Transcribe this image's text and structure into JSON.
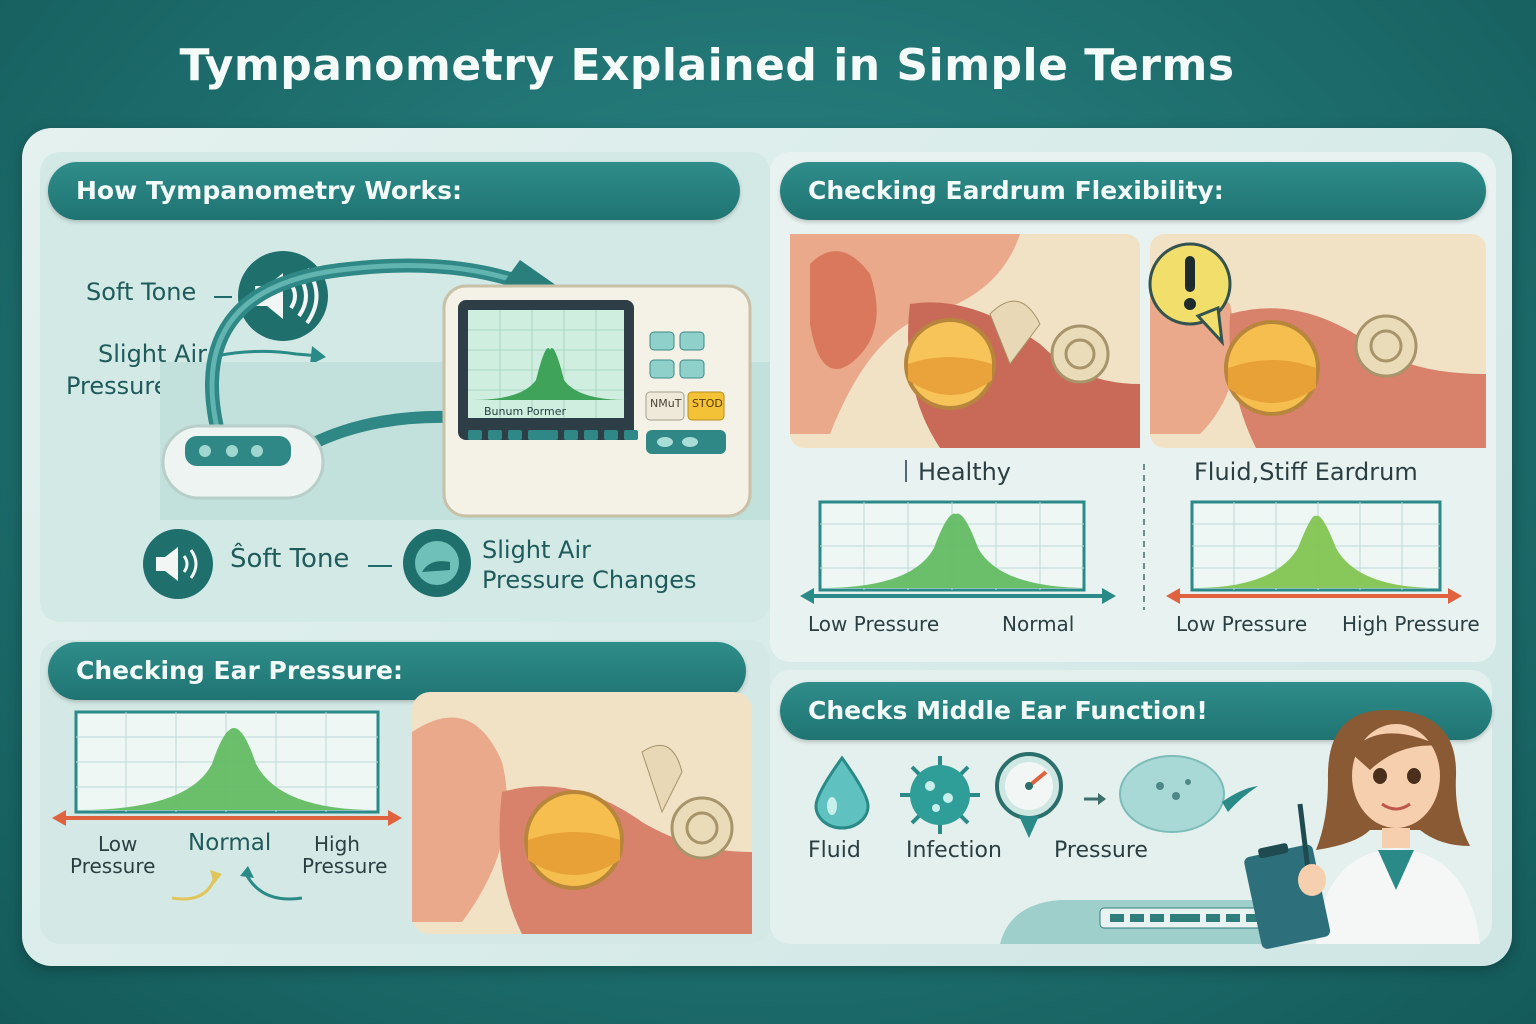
{
  "title": "Tympanometry Explained in Simple Terms",
  "how_works": {
    "heading": "How Tympanometry Works:",
    "soft_tone": "Soft Tone",
    "air_line1": "Slight Air",
    "air_line2": "Pressure Changes",
    "screen_label": "Bunum Pormer",
    "btn_nmut": "NMuT",
    "btn_stod": "STOD",
    "bottom_soft_tone": "Ŝoft Tone",
    "bottom_air_line1": "Slight Air",
    "bottom_air_line2": "Pressure Changes"
  },
  "flexibility": {
    "heading": "Checking Eardrum Flexibility:",
    "healthy": "Healthy",
    "stiff": "Fluid,Stiff Eardrum",
    "healthy_left": "Low Pressure",
    "healthy_right": "Normal",
    "stiff_left": "Low Pressure",
    "stiff_right": "High Pressure"
  },
  "ear_pressure": {
    "heading": "Checking Ear Pressure:",
    "low_line1": "Low",
    "low_line2": "Pressure",
    "normal": "Normal",
    "high_line1": "High",
    "high_line2": "Pressure"
  },
  "function": {
    "heading": "Checks Middle Ear Function!",
    "items": [
      "Fluid",
      "Infection",
      "Pressure"
    ]
  },
  "colors": {
    "teal": "#1f7472",
    "curve": "#5cb85c",
    "arrow_red": "#e0623f",
    "arrow_teal": "#2a8a87",
    "stop_yellow": "#f3c237"
  }
}
